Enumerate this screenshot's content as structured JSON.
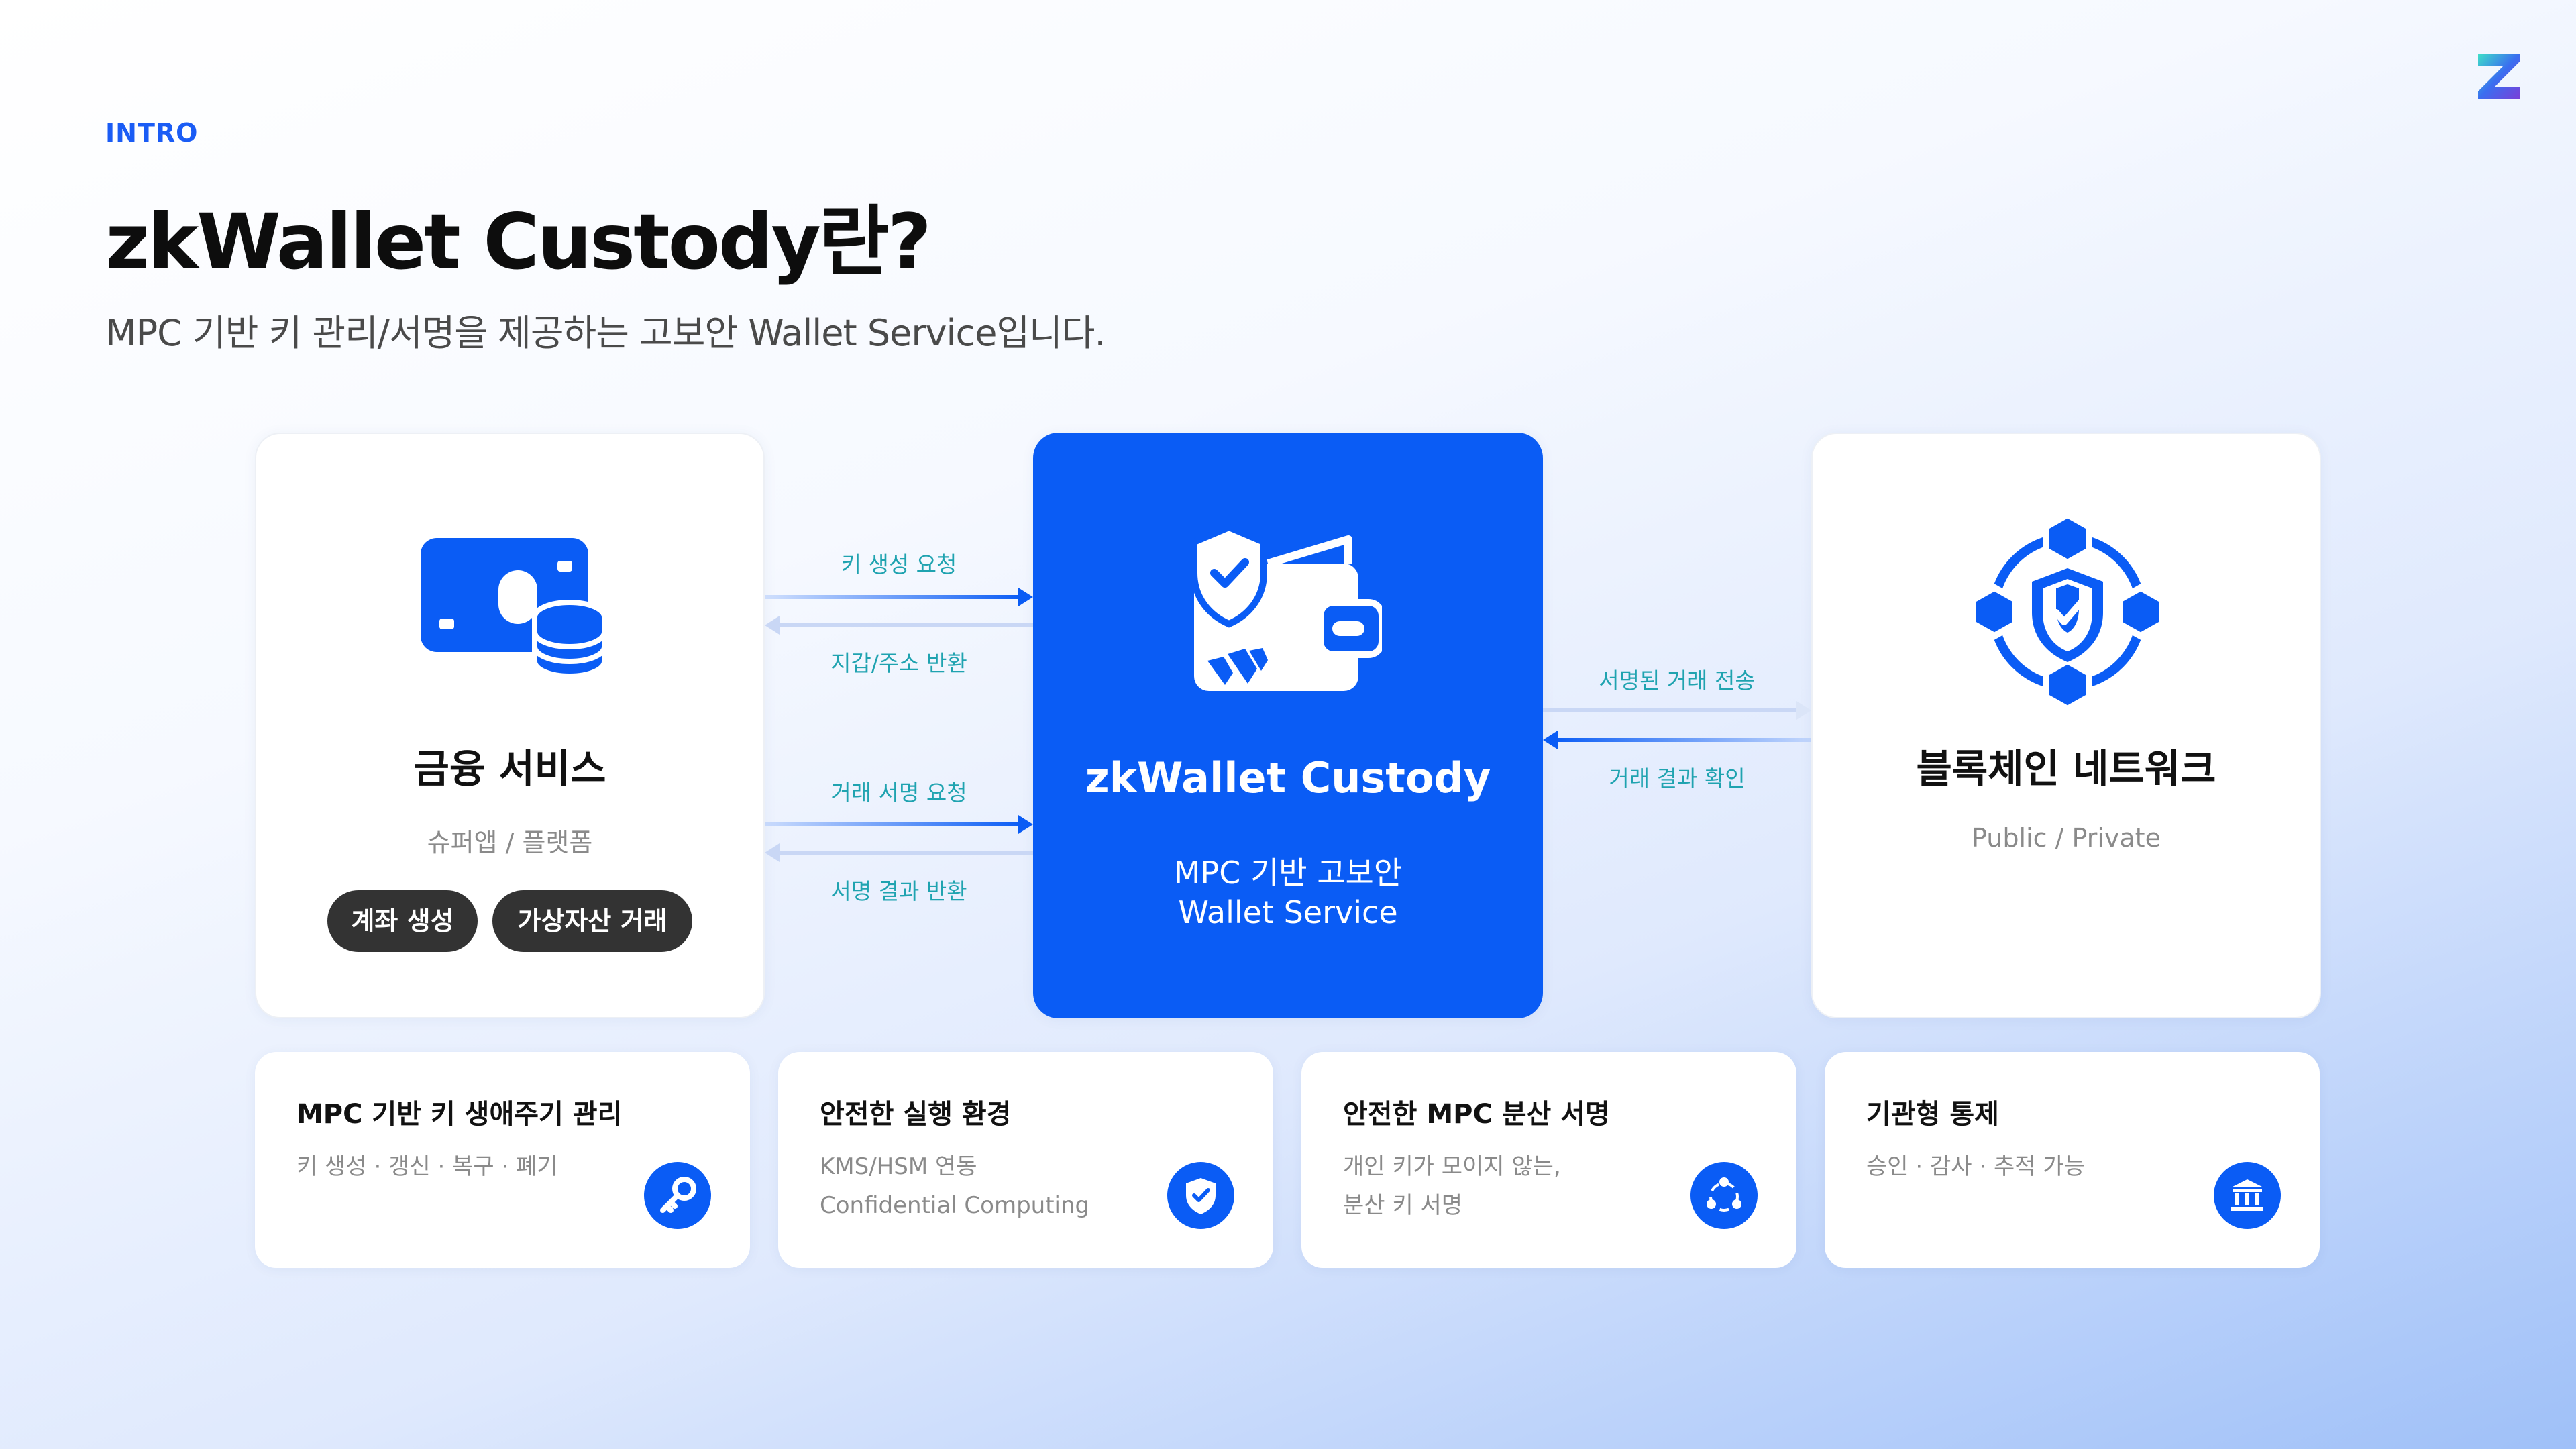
{
  "header": {
    "eyebrow": "INTRO",
    "title": "zkWallet Custody란?",
    "subtitle": "MPC 기반 키 관리/서명을 제공하는 고보안 Wallet Service입니다."
  },
  "cards": {
    "financial": {
      "title": "금융 서비스",
      "subtitle": "슈퍼앱 / 플랫폼",
      "tags": [
        "계좌 생성",
        "가상자산 거래"
      ]
    },
    "core": {
      "title": "zkWallet Custody",
      "line1": "MPC 기반 고보안",
      "line2": "Wallet Service"
    },
    "blockchain": {
      "title": "블록체인 네트워크",
      "subtitle": "Public / Private"
    }
  },
  "flows": {
    "left_top": [
      "키 생성 요청",
      "지갑/주소 반환"
    ],
    "left_bottom": [
      "거래 서명 요청",
      "서명 결과 반환"
    ],
    "right": [
      "서명된 거래 전송",
      "거래 결과 확인"
    ]
  },
  "features": [
    {
      "title": "MPC 기반 키 생애주기 관리",
      "desc": [
        "키 생성 · 갱신 · 복구 · 폐기"
      ],
      "icon": "key-icon"
    },
    {
      "title": "안전한 실행 환경",
      "desc": [
        "KMS/HSM 연동",
        "Confidential Computing"
      ],
      "icon": "shield-icon"
    },
    {
      "title": "안전한 MPC 분산 서명",
      "desc": [
        "개인 키가 모이지 않는,",
        "분산 키 서명"
      ],
      "icon": "network-icon"
    },
    {
      "title": "기관형 통제",
      "desc": [
        "승인 · 감사 · 추적 가능"
      ],
      "icon": "bank-icon"
    }
  ],
  "colors": {
    "accent": "#0a5cf5",
    "flow_label": "#1fa3b0",
    "pill": "#333333"
  }
}
